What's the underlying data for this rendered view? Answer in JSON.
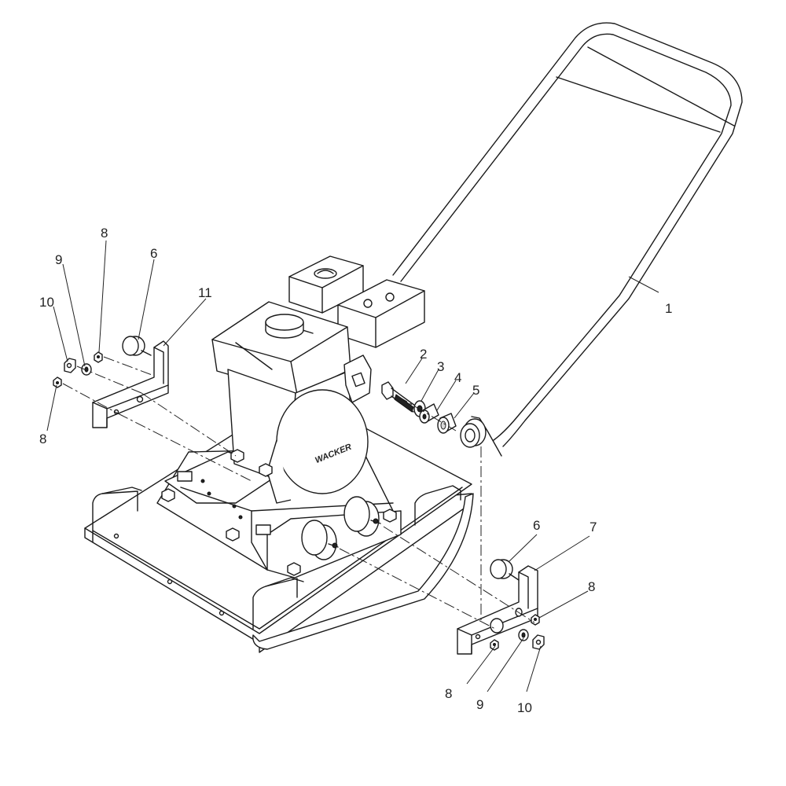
{
  "brand_text": "WACKER",
  "callouts": [
    "1",
    "2",
    "3",
    "4",
    "5",
    "6",
    "7",
    "8",
    "9",
    "10",
    "11"
  ],
  "part_labels": {
    "handle": "1",
    "bolt": "2",
    "washer": "3",
    "sleeve": "4",
    "bushing": "5",
    "shock_mount": "6",
    "bracket_right": "7",
    "nut_small": "8",
    "lock_washer": "9",
    "hex_nut": "10",
    "bracket_left": "11"
  }
}
